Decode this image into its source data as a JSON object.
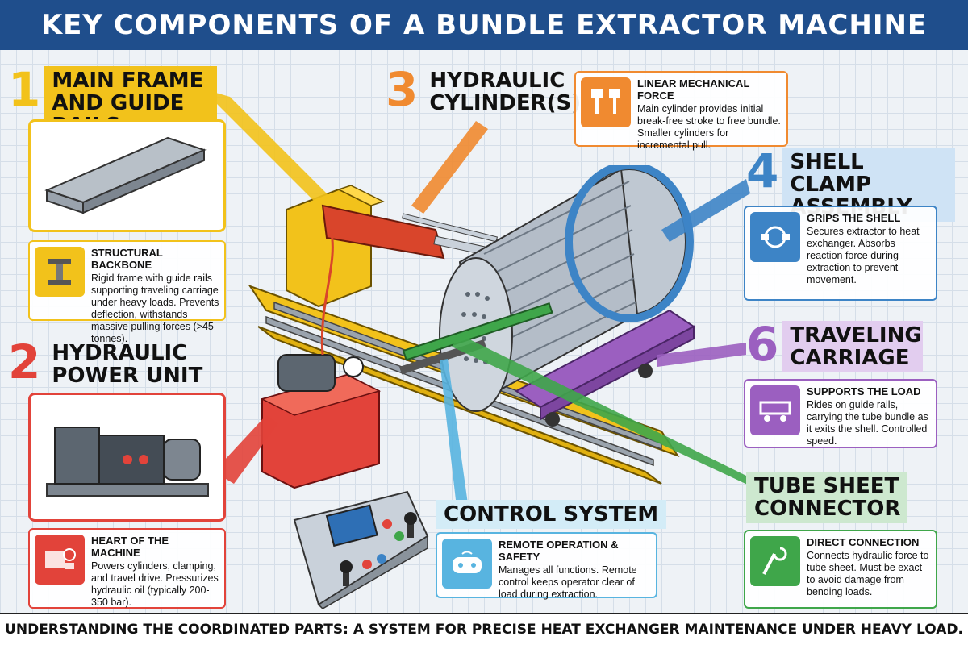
{
  "title": "KEY COMPONENTS OF A BUNDLE EXTRACTOR MACHINE",
  "footer": "UNDERSTANDING THE COORDINATED PARTS: A SYSTEM FOR PRECISE HEAT EXCHANGER MAINTENANCE UNDER HEAVY LOAD.",
  "colors": {
    "frame": "#f2c21b",
    "power": "#e2433a",
    "cylinder": "#f08a30",
    "clamp": "#3d84c6",
    "carriage": "#9b5fc0",
    "connector": "#3fa64a",
    "control": "#58b4e0"
  },
  "components": {
    "frame": {
      "num": "1",
      "label": "MAIN FRAME AND GUIDE RAILS",
      "heading": "STRUCTURAL BACKBONE",
      "text": "Rigid frame with guide rails supporting traveling carriage under heavy loads. Prevents deflection, withstands massive pulling forces (>45 tonnes).",
      "icon": "i-beam-icon"
    },
    "power": {
      "num": "2",
      "label": "HYDRAULIC POWER UNIT",
      "heading": "HEART OF THE MACHINE",
      "text": "Powers cylinders, clamping, and travel drive. Pressurizes hydraulic oil (typically 200-350 bar).",
      "icon": "engine-icon"
    },
    "cylinder": {
      "num": "3",
      "label": "HYDRAULIC CYLINDER(S)",
      "heading": "LINEAR MECHANICAL FORCE",
      "text": "Main cylinder provides initial break-free stroke to free bundle. Smaller cylinders for incremental pull.",
      "icon": "piston-icon"
    },
    "clamp": {
      "num": "4",
      "label": "SHELL CLAMP ASSEMBLY",
      "heading": "GRIPS THE SHELL",
      "text": "Secures extractor to heat exchanger. Absorbs reaction force during extraction to prevent movement.",
      "icon": "clamp-icon"
    },
    "carriage": {
      "num": "6",
      "label": "TRAVELING CARRIAGE",
      "heading": "SUPPORTS THE LOAD",
      "text": "Rides on guide rails, carrying the tube bundle as it exits the shell. Controlled speed.",
      "icon": "cart-icon"
    },
    "connector": {
      "label": "TUBE SHEET CONNECTOR",
      "heading": "DIRECT CONNECTION",
      "text": "Connects hydraulic force to tube sheet. Must be exact to avoid damage from bending loads.",
      "icon": "hook-bolt-icon"
    },
    "control": {
      "label": "CONTROL SYSTEM",
      "heading": "REMOTE OPERATION & SAFETY",
      "text": "Manages all functions. Remote control keeps operator clear of load during extraction.",
      "icon": "gamepad-icon"
    }
  }
}
